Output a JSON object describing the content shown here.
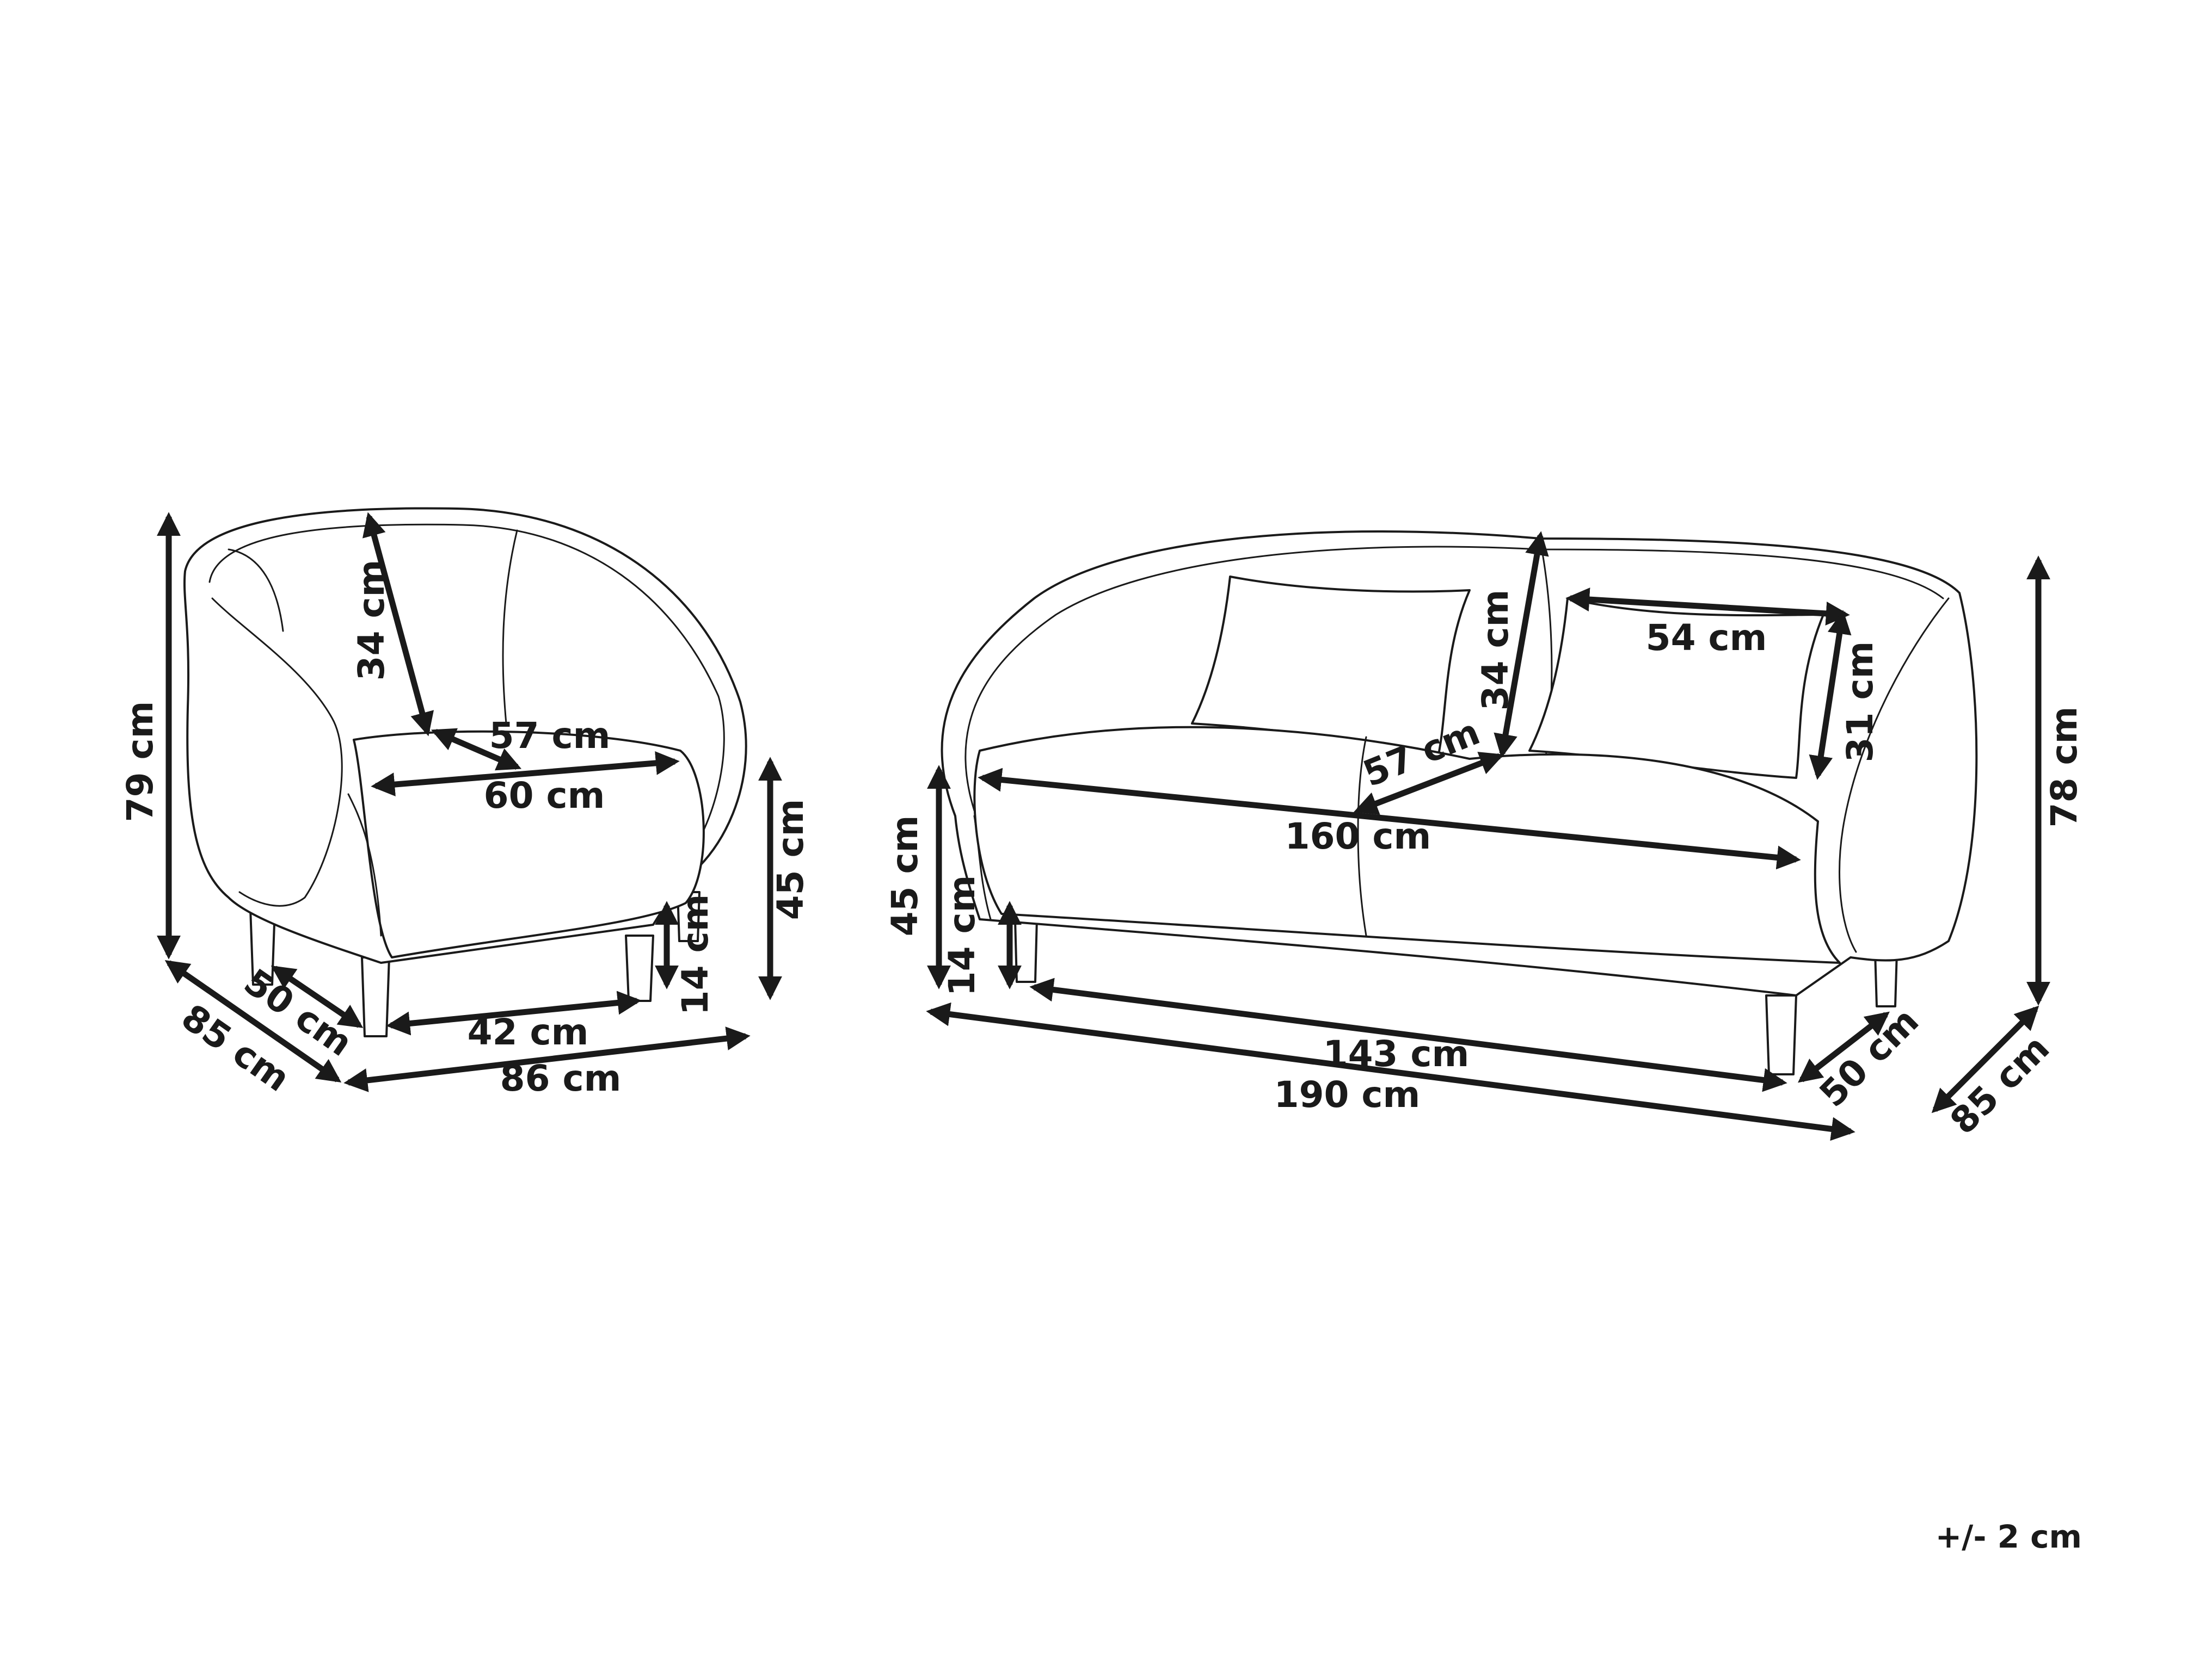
{
  "armchair": {
    "height": "79 cm",
    "backrest_height": "34 cm",
    "seat_depth": "57 cm",
    "seat_width": "60 cm",
    "seat_height": "45 cm",
    "leg_height": "14 cm",
    "inner_leg_distance": "42 cm",
    "leg_depth_distance": "50 cm",
    "depth": "85 cm",
    "width": "86 cm"
  },
  "sofa": {
    "seat_height": "45 cm",
    "leg_height": "14 cm",
    "backrest_height": "34 cm",
    "cushion_width": "54 cm",
    "cushion_height": "31 cm",
    "seat_depth": "57 cm",
    "seat_width": "160 cm",
    "inner_leg_distance": "143 cm",
    "width": "190 cm",
    "leg_depth_distance": "50 cm",
    "height": "78 cm",
    "depth": "85 cm"
  },
  "tolerance": "+/- 2 cm",
  "colors": {
    "line": "#1a1a1a",
    "background": "#ffffff"
  }
}
